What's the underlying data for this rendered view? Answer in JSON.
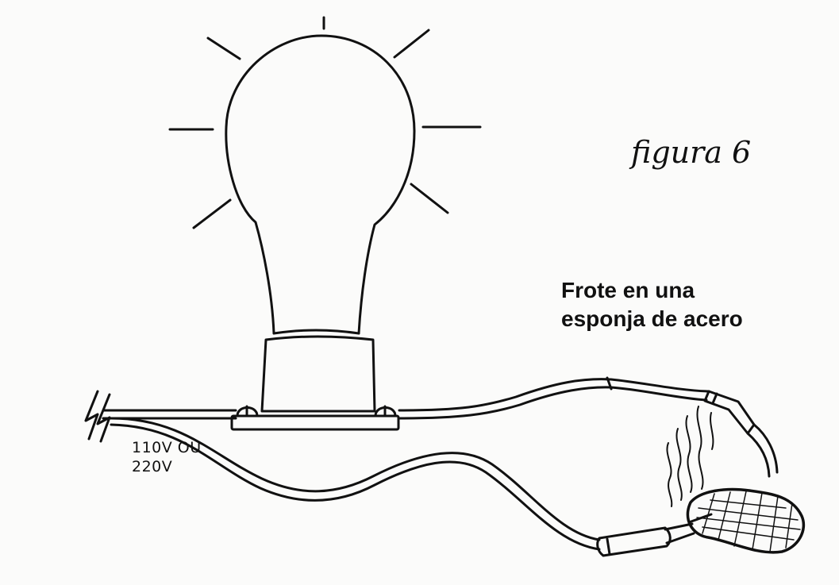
{
  "figure_label": "figura 6",
  "caption": {
    "line1": "Frote en una",
    "line2": "esponja de acero"
  },
  "voltage": {
    "line1": "110V OU",
    "line2": "220V"
  },
  "colors": {
    "ink": "#111111",
    "paper": "#fbfbfa"
  }
}
